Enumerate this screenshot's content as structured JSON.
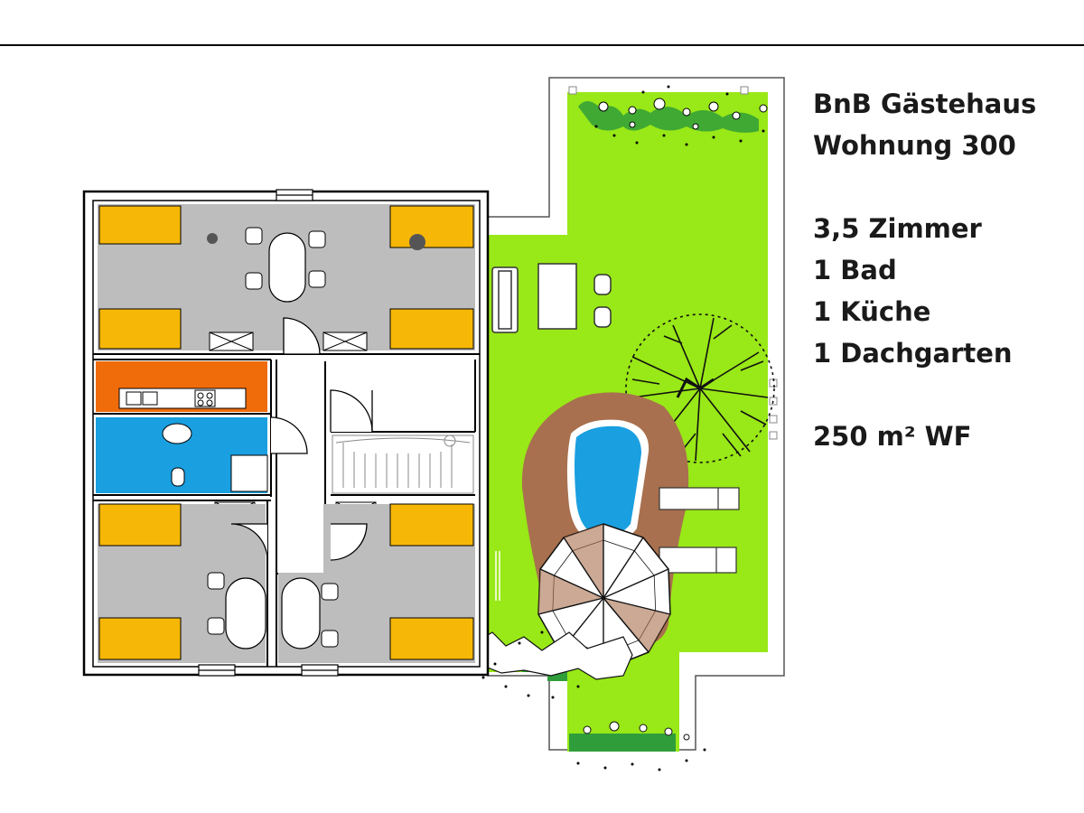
{
  "info": {
    "title_line1": "BnB Gästehaus",
    "title_line2": "Wohnung 300",
    "rooms": "3,5 Zimmer",
    "bath": "1 Bad",
    "kitchen": "1 Küche",
    "garden": "1 Dachgarten",
    "area": "250 m² WF"
  },
  "colors": {
    "garden_green": "#99e817",
    "floor_gray": "#bdbdbd",
    "bed_yellow": "#f7b707",
    "kitchen_orange": "#f06b0a",
    "bath_blue": "#1a9fe0",
    "pool_blue": "#1a9fe0",
    "pool_surround": "#a8704e",
    "wall_black": "#000000",
    "hedge_green": "#2f9e3a"
  },
  "icons": [
    "tree-icon",
    "parasol-icon",
    "hedge-icon",
    "pool-icon",
    "stair-icon"
  ]
}
